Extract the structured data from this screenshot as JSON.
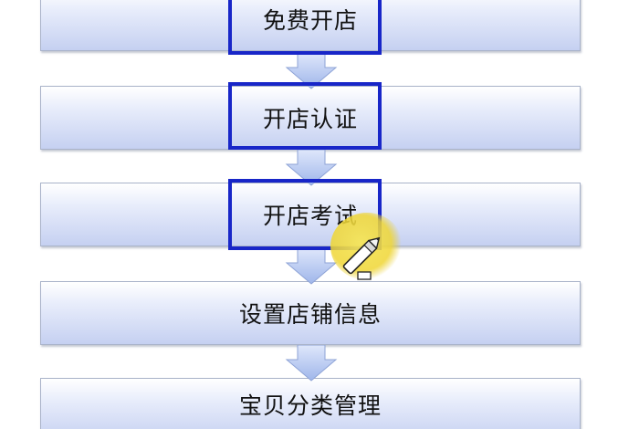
{
  "steps": [
    {
      "label": "免费开店",
      "highlighted": true
    },
    {
      "label": "开店认证",
      "highlighted": true
    },
    {
      "label": "开店考试",
      "highlighted": true
    },
    {
      "label": "设置店铺信息",
      "highlighted": false
    },
    {
      "label": "宝贝分类管理",
      "highlighted": false
    }
  ],
  "colors": {
    "box_gradient_top": "#ffffff",
    "box_gradient_bottom": "#c5d0f1",
    "box_border": "#a9b3c9",
    "highlight_border": "#1826c8",
    "arrow_fill": "#b8c9ef",
    "cursor_halo": "#f2de3a"
  },
  "icons": {
    "cursor": "pen-pointer-icon"
  }
}
